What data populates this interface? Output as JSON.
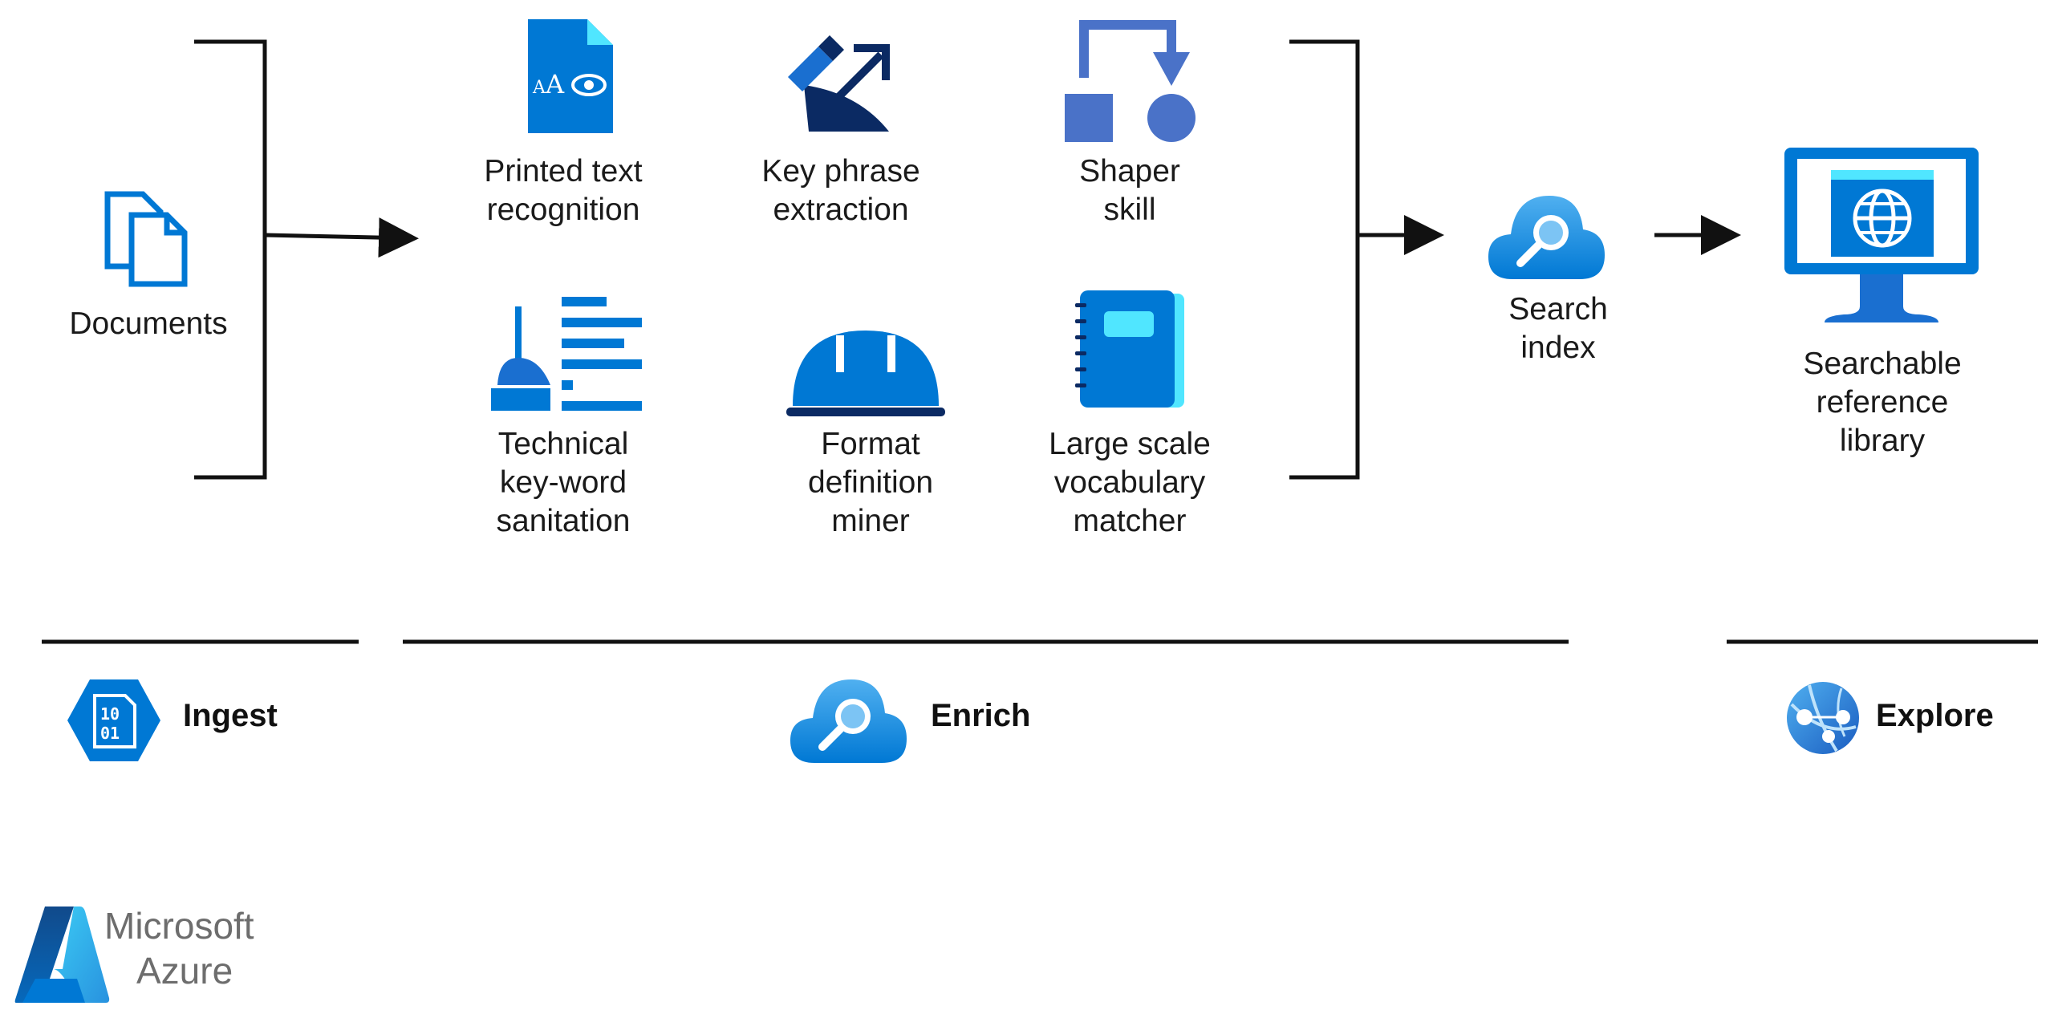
{
  "source": {
    "label": "Documents",
    "icon": "documents-icon"
  },
  "skills": [
    {
      "id": "printed-text-recognition",
      "lines": [
        "Printed text",
        "recognition"
      ],
      "icon": "ocr-document-eye-icon"
    },
    {
      "id": "key-phrase-extraction",
      "lines": [
        "Key phrase",
        "extraction"
      ],
      "icon": "pen-arrow-icon"
    },
    {
      "id": "shaper-skill",
      "lines": [
        "Shaper",
        "skill"
      ],
      "icon": "shapes-flow-icon"
    },
    {
      "id": "technical-keyword-sanitation",
      "lines": [
        "Technical",
        "key-word",
        "sanitation"
      ],
      "icon": "broom-list-icon"
    },
    {
      "id": "format-definition-miner",
      "lines": [
        "Format",
        "definition",
        "miner"
      ],
      "icon": "hard-hat-icon"
    },
    {
      "id": "large-scale-vocabulary-matcher",
      "lines": [
        "Large scale",
        "vocabulary",
        "matcher"
      ],
      "icon": "notebook-icon"
    }
  ],
  "index": {
    "lines": [
      "Search",
      "index"
    ],
    "icon": "search-cloud-icon"
  },
  "output": {
    "lines": [
      "Searchable",
      "reference",
      "library"
    ],
    "icon": "web-monitor-icon"
  },
  "phases": [
    {
      "id": "ingest",
      "label": "Ingest",
      "icon": "binary-hexagon-icon"
    },
    {
      "id": "enrich",
      "label": "Enrich",
      "icon": "search-cloud-icon"
    },
    {
      "id": "explore",
      "label": "Explore",
      "icon": "network-globe-icon"
    }
  ],
  "branding": {
    "line1": "Microsoft",
    "line2": "Azure",
    "icon": "azure-logo-icon"
  },
  "colors": {
    "primary_blue": "#0078d4",
    "mid_blue": "#1a6fd0",
    "light_blue": "#50b0f0",
    "navy": "#0b2a63",
    "periwinkle": "#4a72c8",
    "cyan": "#50e6ff",
    "line": "#111111"
  }
}
